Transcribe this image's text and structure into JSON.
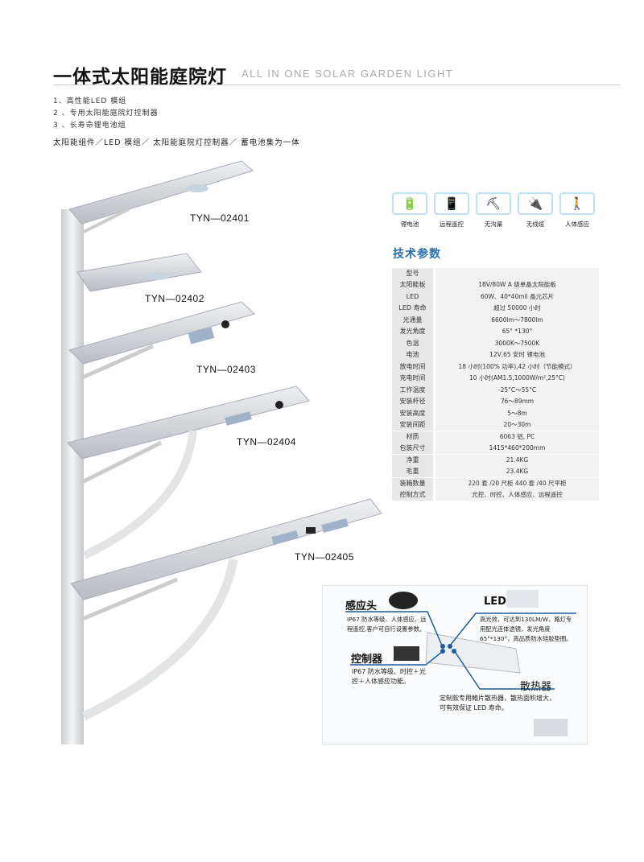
{
  "header": {
    "title": "一体式太阳能庭院灯",
    "subtitle": "ALL IN ONE SOLAR GARDEN LIGHT"
  },
  "features": [
    "1、高性能LED 模组",
    "2 、专用太阳能庭院灯控制器",
    "3 、长寿命锂电池组"
  ],
  "summary": "太阳能组件／LED 模组／ 太阳能庭院灯控制器／ 蓄电池集为一体",
  "models": [
    "TYN—02401",
    "TYN—02402",
    "TYN—02403",
    "TYN—02404",
    "TYN—02405"
  ],
  "icons": [
    {
      "name": "lithium-battery-icon",
      "label": "锂电池",
      "glyph": "🔋"
    },
    {
      "name": "remote-control-icon",
      "label": "远程遥控",
      "glyph": "📱"
    },
    {
      "name": "no-trench-icon",
      "label": "无沟渠",
      "glyph": "⛏"
    },
    {
      "name": "no-cable-icon",
      "label": "无线缆",
      "glyph": "🔌"
    },
    {
      "name": "motion-sensor-icon",
      "label": "人体感应",
      "glyph": "🚶"
    }
  ],
  "spec_title": "技术参数",
  "specs": [
    [
      "型号",
      ""
    ],
    [
      "太阳能板",
      "18V/80W  A 级单晶太阳能板"
    ],
    [
      "LED",
      "60W、40*40mil 晶元芯片"
    ],
    [
      "LED 寿命",
      "超过 50000 小时"
    ],
    [
      "光通量",
      "6600lm～7800lm"
    ],
    [
      "发光角度",
      "65° *130°"
    ],
    [
      "色温",
      "3000K～7500K"
    ],
    [
      "电池",
      "12V,65 安时 锂电池"
    ],
    [
      "放电时间",
      "18 小时(100% 功率),42 小时（节能模式）"
    ],
    [
      "充电时间",
      "10 小时(AM1.5,1000W/m²,25°C)"
    ],
    [
      "工作温度",
      "-25°C～55°C"
    ],
    [
      "安装杆径",
      "76～89mm"
    ],
    [
      "安装高度",
      "5～8m"
    ],
    [
      "安装间距",
      "20～30m"
    ],
    [
      "材质",
      "6063 铝, PC"
    ],
    [
      "包装尺寸",
      "1415*460*200mm"
    ],
    [
      "净重",
      "21.4KG"
    ],
    [
      "毛重",
      "23.4KG"
    ],
    [
      "装箱数量",
      "220 套 /20 尺柜   440 套 /40 尺平柜"
    ],
    [
      "控制方式",
      "光控、时控、人体感应、远程遥控"
    ]
  ],
  "callout": {
    "sensor": {
      "title": "感应头",
      "text": "IP67 防水等级、人体感应、远程遥控,客户可自行设置参数。"
    },
    "led": {
      "title": "LED",
      "text": "高光效，可达到130LM/W，路灯专用配光连体透镜，发光角度 65°*130°，高品质防水硅胶垫圈。"
    },
    "controller": {
      "title": "控制器",
      "text": "IP67 防水等级、时控＋光控＋人体感应功能。"
    },
    "heatsink": {
      "title": "散热器",
      "text": "定制款专用鳍片散热器，散热面积增大，可有效保证 LED 寿命。"
    }
  }
}
